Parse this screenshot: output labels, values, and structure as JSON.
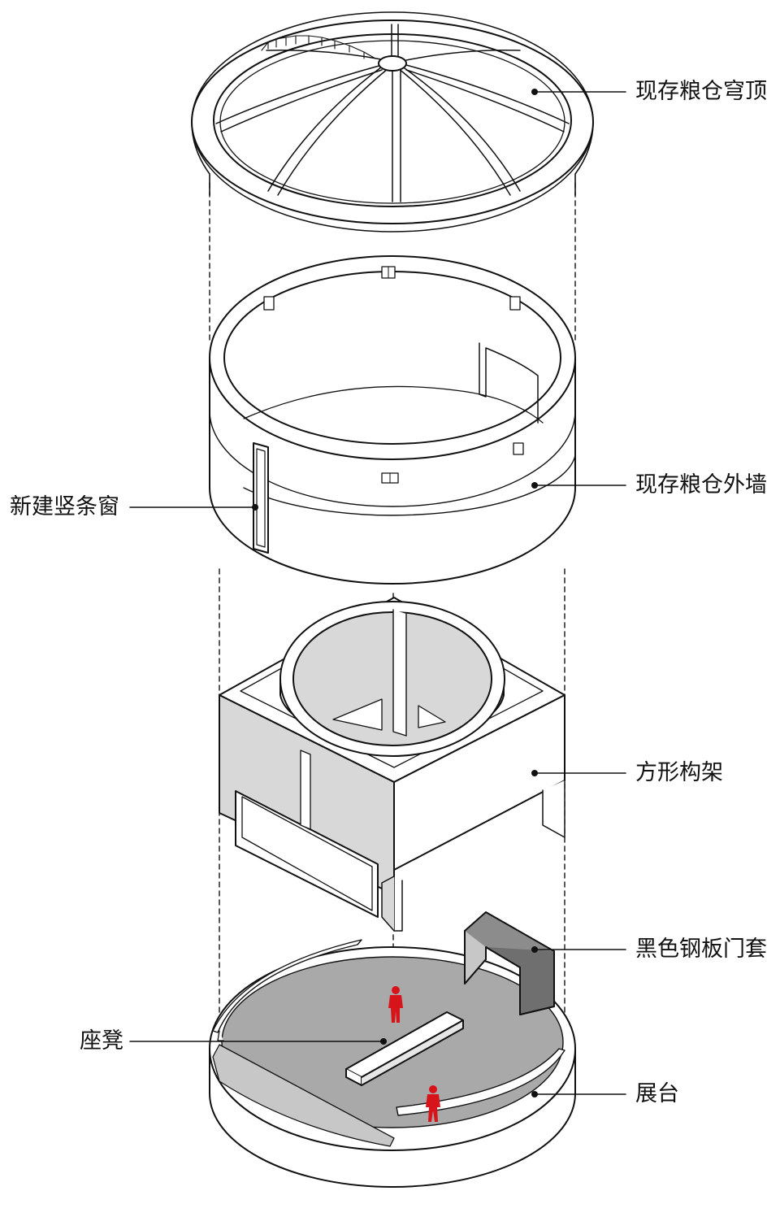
{
  "labels": {
    "dome": "现存粮仓穹顶",
    "outer_wall": "现存粮仓外墙",
    "vertical_window": "新建竖条窗",
    "square_frame": "方形构架",
    "steel_door_frame": "黑色钢板门套",
    "bench": "座凳",
    "platform": "展台"
  },
  "colors": {
    "line": "#111111",
    "fill_white": "#ffffff",
    "floor_gray": "#a9a9a9",
    "frame_gray": "#d8d8d8",
    "dark_steel": "#8c8c8c",
    "person_red": "#d8141b"
  }
}
